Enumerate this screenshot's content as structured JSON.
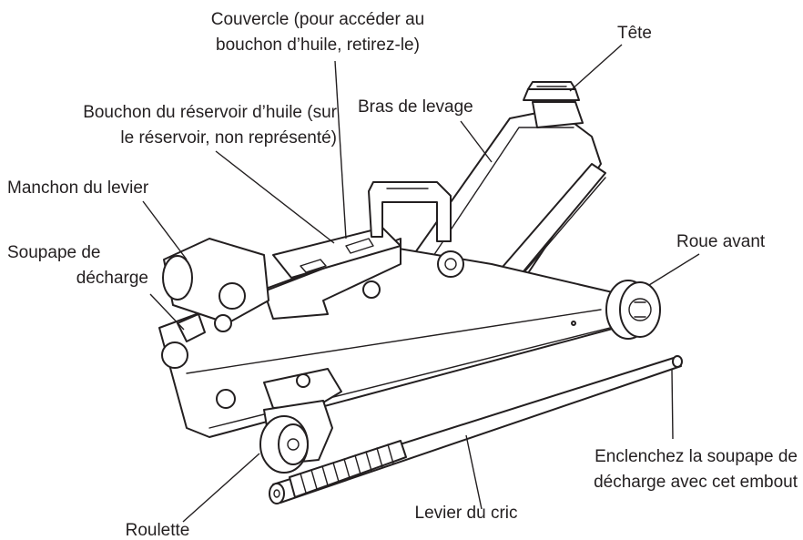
{
  "labels": {
    "cover": [
      "Couvercle (pour accéder au",
      "bouchon d’huile, retirez-le)"
    ],
    "head": "Tête",
    "oil_plug": [
      "Bouchon du réservoir d’huile (sur",
      "le réservoir, non représenté)"
    ],
    "lift_arm": "Bras de levage",
    "handle_sleeve": "Manchon du levier",
    "release_valve": [
      "Soupape de",
      "décharge"
    ],
    "front_wheel": "Roue avant",
    "handle_tip": [
      "Enclenchez la soupape de",
      "décharge avec cet embout"
    ],
    "caster": "Roulette",
    "jack_handle": "Levier du cric"
  },
  "colors": {
    "ink": "#231f20",
    "paper": "#ffffff"
  }
}
